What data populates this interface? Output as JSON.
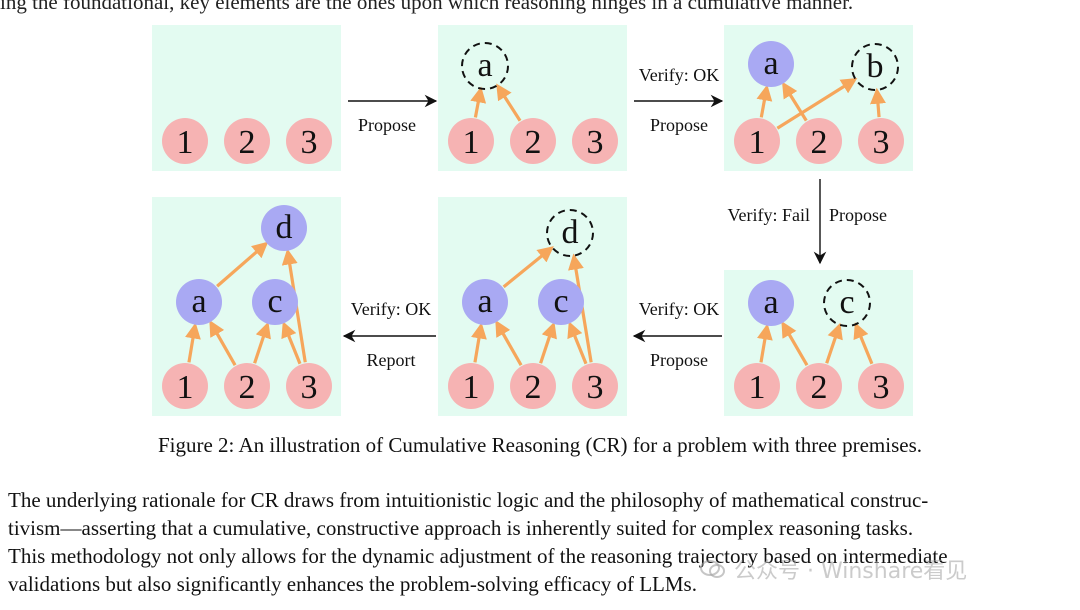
{
  "top_text": "ing the foundational, key elements are the ones upon which reasoning hinges in a cumulative manner.",
  "figure": {
    "caption": "Figure 2: An illustration of Cumulative Reasoning (CR) for a problem with three premises.",
    "colors": {
      "panel": "#e3fbf1",
      "premise": "#f6b3b3",
      "proposition": "#a9a9f3",
      "arrow": "#f6a65b"
    },
    "panels": [
      {
        "id": "p1",
        "premises": [
          "1",
          "2",
          "3"
        ],
        "propositions": [],
        "edges": []
      },
      {
        "id": "p2",
        "premises": [
          "1",
          "2",
          "3"
        ],
        "propositions": [
          {
            "label": "a",
            "dashed": true
          }
        ],
        "edges": [
          [
            "1",
            "a"
          ],
          [
            "2",
            "a"
          ]
        ]
      },
      {
        "id": "p3",
        "premises": [
          "1",
          "2",
          "3"
        ],
        "propositions": [
          {
            "label": "a",
            "dashed": false
          },
          {
            "label": "b",
            "dashed": true
          }
        ],
        "edges": [
          [
            "1",
            "a"
          ],
          [
            "2",
            "a"
          ],
          [
            "1",
            "b"
          ],
          [
            "3",
            "b"
          ]
        ]
      },
      {
        "id": "p4",
        "premises": [
          "1",
          "2",
          "3"
        ],
        "propositions": [
          {
            "label": "a",
            "dashed": false
          },
          {
            "label": "c",
            "dashed": true
          }
        ],
        "edges": [
          [
            "1",
            "a"
          ],
          [
            "2",
            "a"
          ],
          [
            "2",
            "c"
          ],
          [
            "3",
            "c"
          ]
        ]
      },
      {
        "id": "p5",
        "premises": [
          "1",
          "2",
          "3"
        ],
        "propositions": [
          {
            "label": "a",
            "dashed": false
          },
          {
            "label": "c",
            "dashed": false
          },
          {
            "label": "d",
            "dashed": true
          }
        ],
        "edges": [
          [
            "1",
            "a"
          ],
          [
            "2",
            "a"
          ],
          [
            "2",
            "c"
          ],
          [
            "3",
            "c"
          ],
          [
            "a",
            "d"
          ],
          [
            "3",
            "d"
          ]
        ]
      },
      {
        "id": "p6",
        "premises": [
          "1",
          "2",
          "3"
        ],
        "propositions": [
          {
            "label": "a",
            "dashed": false
          },
          {
            "label": "c",
            "dashed": false
          },
          {
            "label": "d",
            "dashed": false
          }
        ],
        "edges": [
          [
            "1",
            "a"
          ],
          [
            "2",
            "a"
          ],
          [
            "2",
            "c"
          ],
          [
            "3",
            "c"
          ],
          [
            "a",
            "d"
          ],
          [
            "3",
            "d"
          ]
        ]
      }
    ],
    "transitions": [
      {
        "from": "p1",
        "to": "p2",
        "above": "",
        "below": "Propose"
      },
      {
        "from": "p2",
        "to": "p3",
        "above": "Verify: OK",
        "below": "Propose"
      },
      {
        "from": "p3",
        "to": "p4",
        "left": "Verify: Fail",
        "right": "Propose"
      },
      {
        "from": "p4",
        "to": "p5",
        "above": "Verify: OK",
        "below": "Propose"
      },
      {
        "from": "p5",
        "to": "p6",
        "above": "Verify: OK",
        "below": "Report"
      }
    ]
  },
  "paragraph": [
    "The underlying rationale for CR draws from intuitionistic logic and the philosophy of mathematical construc-",
    "tivism—asserting that a cumulative, constructive approach is inherently suited for complex reasoning tasks.",
    "This methodology not only allows for the dynamic adjustment of the reasoning trajectory based on intermediate",
    "validations but also significantly enhances the problem-solving efficacy of LLMs."
  ],
  "watermark": "公众号 · Winshare看见"
}
